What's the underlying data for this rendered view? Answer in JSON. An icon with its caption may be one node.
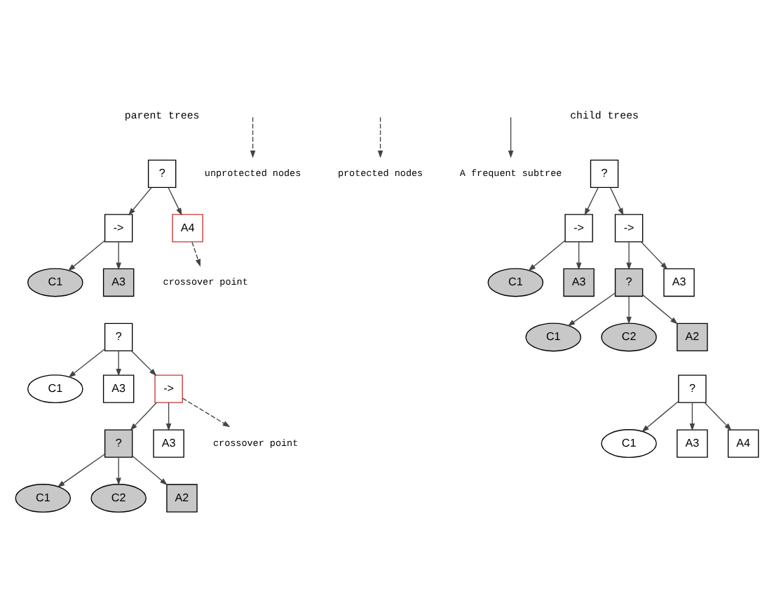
{
  "diagram": {
    "nodes": [
      {
        "text": [
          "?"
        ]
      },
      {
        "text": [
          "->"
        ]
      },
      {
        "text": [
          "A4"
        ]
      },
      {
        "text": [
          "C1"
        ]
      },
      {
        "text": [
          "A3"
        ]
      },
      {
        "text": [
          "unprotected nodes"
        ]
      },
      {
        "text": [
          "crossover point"
        ]
      },
      {
        "text": [
          "protected nodes"
        ]
      },
      {
        "text": [
          "A frequent subtree"
        ]
      },
      {
        "text": [
          "?"
        ]
      },
      {
        "text": [
          "C1"
        ]
      },
      {
        "text": [
          "A3"
        ]
      },
      {
        "text": [
          "->"
        ]
      },
      {
        "text": [
          "?"
        ]
      },
      {
        "text": [
          "A3"
        ]
      },
      {
        "text": [
          "C1"
        ]
      },
      {
        "text": [
          "C2"
        ]
      },
      {
        "text": [
          "A2"
        ]
      },
      {
        "text": [
          "crossover point"
        ]
      },
      {
        "text": [
          "?"
        ]
      },
      {
        "text": [
          "->"
        ]
      },
      {
        "text": [
          "->"
        ]
      },
      {
        "text": [
          "C1"
        ]
      },
      {
        "text": [
          "A3"
        ]
      },
      {
        "text": [
          "?"
        ]
      },
      {
        "text": [
          "A3"
        ]
      },
      {
        "text": [
          "C1"
        ]
      },
      {
        "text": [
          "C2"
        ]
      },
      {
        "text": [
          "A2"
        ]
      },
      {
        "text": [
          "?"
        ]
      },
      {
        "text": [
          "C1"
        ]
      },
      {
        "text": [
          "A3"
        ]
      },
      {
        "text": [
          "A4"
        ]
      }
    ],
    "edges": [
      {
        "from": 0,
        "to": 1,
        "arrow": "to"
      },
      {
        "from": 0,
        "to": 2,
        "arrow": "to"
      },
      {
        "from": 1,
        "to": 3,
        "arrow": "to"
      },
      {
        "from": 1,
        "to": 4,
        "arrow": "to"
      },
      {
        "from": null,
        "to": 5,
        "arrow": "to",
        "style": "dashed"
      },
      {
        "from": 2,
        "to": 6,
        "arrow": "to",
        "style": "dashed"
      },
      {
        "from": null,
        "to": 7,
        "arrow": "to",
        "style": "dashed"
      },
      {
        "from": null,
        "to": 8,
        "arrow": "to"
      },
      {
        "from": 9,
        "to": 10,
        "arrow": "to"
      },
      {
        "from": 9,
        "to": 11,
        "arrow": "to"
      },
      {
        "from": 9,
        "to": 12,
        "arrow": "to"
      },
      {
        "from": 12,
        "to": 13,
        "arrow": "to"
      },
      {
        "from": 12,
        "to": 14,
        "arrow": "to"
      },
      {
        "from": 13,
        "to": 15,
        "arrow": "to"
      },
      {
        "from": 13,
        "to": 16,
        "arrow": "to"
      },
      {
        "from": 13,
        "to": 17,
        "arrow": "to"
      },
      {
        "from": 12,
        "to": 18,
        "arrow": "to",
        "style": "dashed"
      },
      {
        "from": 19,
        "to": 20,
        "arrow": "to"
      },
      {
        "from": 19,
        "to": 21,
        "arrow": "to"
      },
      {
        "from": 20,
        "to": 22,
        "arrow": "to"
      },
      {
        "from": 20,
        "to": 23,
        "arrow": "to"
      },
      {
        "from": 21,
        "to": 24,
        "arrow": "to"
      },
      {
        "from": 21,
        "to": 25,
        "arrow": "to"
      },
      {
        "from": 24,
        "to": 26,
        "arrow": "to"
      },
      {
        "from": 24,
        "to": 27,
        "arrow": "to"
      },
      {
        "from": 24,
        "to": 28,
        "arrow": "to"
      },
      {
        "from": 29,
        "to": 30,
        "arrow": "to"
      },
      {
        "from": 29,
        "to": 31,
        "arrow": "to"
      },
      {
        "from": 29,
        "to": 32,
        "arrow": "to"
      }
    ],
    "labels": [
      "parent trees",
      "child trees"
    ]
  }
}
